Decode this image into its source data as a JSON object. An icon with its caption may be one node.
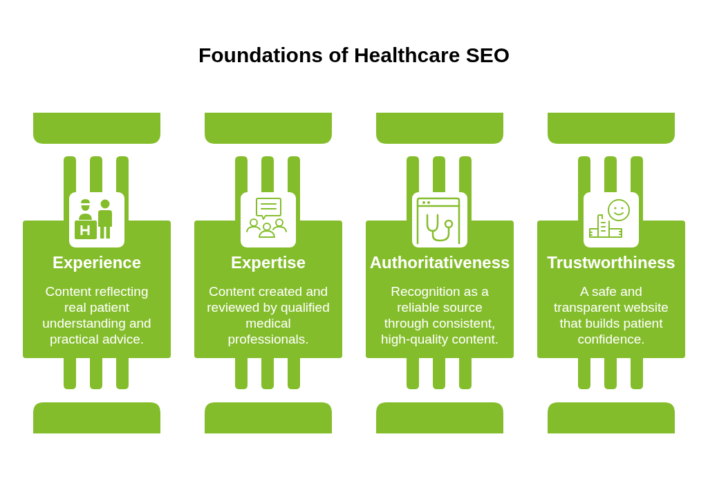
{
  "diagram": {
    "title": "Foundations of Healthcare SEO",
    "nodes": [
      {
        "text": [
          "Experience",
          "Content reflecting real patient understanding and practical advice."
        ]
      },
      {
        "text": [
          "Expertise",
          "Content created and reviewed by qualified medical professionals."
        ]
      },
      {
        "text": [
          "Authoritativeness",
          "Recognition as a reliable source through consistent, high-quality content."
        ]
      },
      {
        "text": [
          "Trustworthiness",
          "A safe and transparent website that builds patient confidence."
        ]
      }
    ]
  }
}
